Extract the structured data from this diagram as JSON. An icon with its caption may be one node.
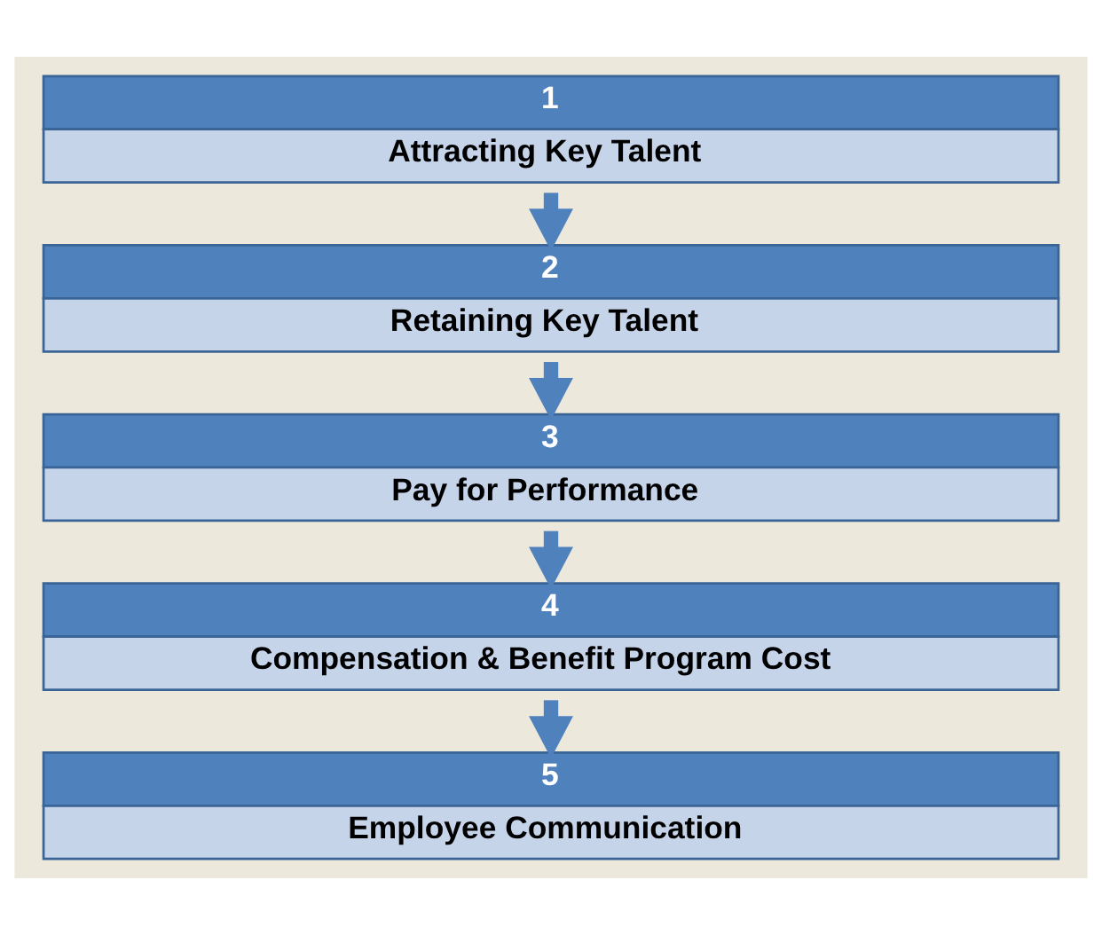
{
  "diagram": {
    "nodes": [
      {
        "text": [
          "1",
          "Attracting Key Talent"
        ]
      },
      {
        "text": [
          "2",
          "Retaining Key Talent"
        ]
      },
      {
        "text": [
          "3",
          "Pay for Performance"
        ]
      },
      {
        "text": [
          "4",
          "Compensation & Benefit Program Cost"
        ]
      },
      {
        "text": [
          "5",
          "Employee Communication"
        ]
      }
    ],
    "edges": [
      {
        "from": 0,
        "to": 1,
        "arrow": "to"
      },
      {
        "from": 1,
        "to": 2,
        "arrow": "to"
      },
      {
        "from": 2,
        "to": 3,
        "arrow": "to"
      },
      {
        "from": 3,
        "to": 4,
        "arrow": "to"
      }
    ]
  }
}
